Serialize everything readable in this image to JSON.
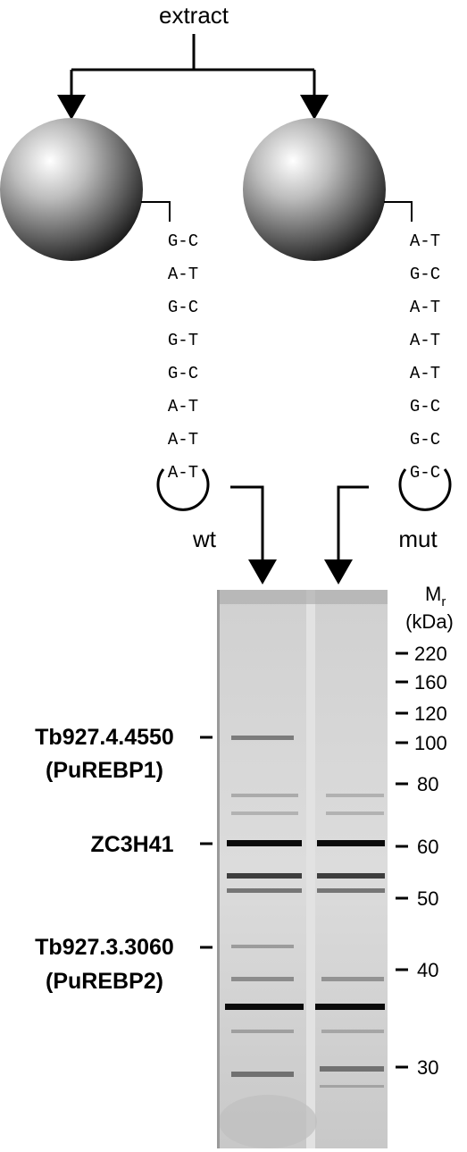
{
  "title": "extract",
  "beads": [
    {
      "id": "wt",
      "label": "wt",
      "pairs": [
        "G-C",
        "A-T",
        "G-C",
        "G-T",
        "G-C",
        "A-T",
        "A-T",
        "A-T"
      ]
    },
    {
      "id": "mut",
      "label": "mut",
      "pairs": [
        "A-T",
        "G-C",
        "A-T",
        "A-T",
        "A-T",
        "G-C",
        "G-C",
        "G-C"
      ]
    }
  ],
  "gel": {
    "mr_label": "M",
    "mr_subscript": "r",
    "unit_label": "(kDa)",
    "markers": [
      "220",
      "160",
      "120",
      "100",
      "80",
      "60",
      "50",
      "40",
      "30"
    ],
    "bands": [
      {
        "id": "pu1",
        "name": "Tb927.4.4550",
        "subname": "(PuREBP1)"
      },
      {
        "id": "zc",
        "name": "ZC3H41",
        "subname": ""
      },
      {
        "id": "pu2",
        "name": "Tb927.3.3060",
        "subname": "(PuREBP2)"
      }
    ]
  },
  "colors": {
    "ink": "#000000",
    "gel_bg": "#d8d8d8",
    "band": "#0a0a0a"
  }
}
